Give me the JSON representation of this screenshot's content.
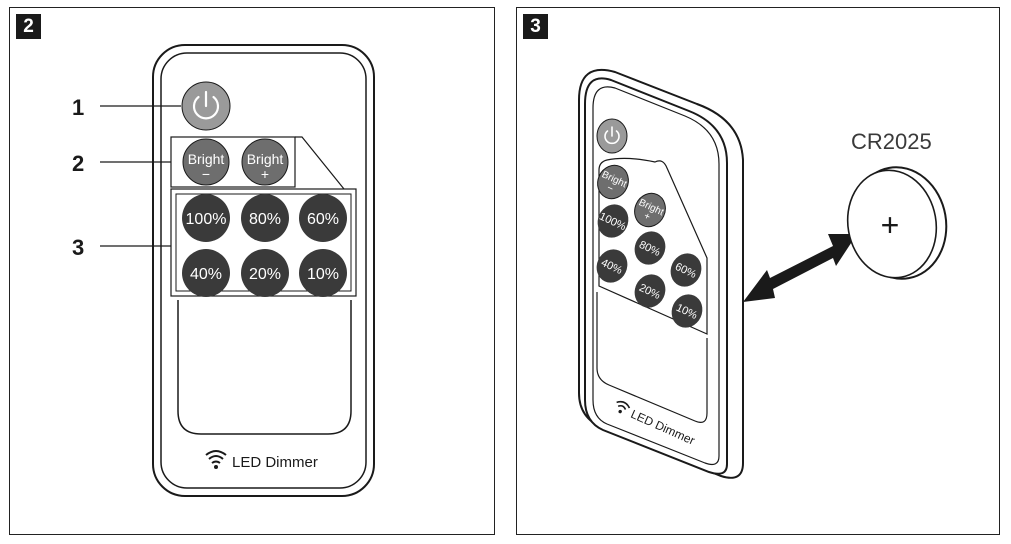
{
  "panels": [
    {
      "number": "2",
      "callouts": [
        "1",
        "2",
        "3"
      ],
      "buttons": {
        "bright_minus": [
          "Bright",
          "−"
        ],
        "bright_plus": [
          "Bright",
          "+"
        ],
        "levels": [
          "100%",
          "80%",
          "60%",
          "40%",
          "20%",
          "10%"
        ]
      },
      "brand": "LED Dimmer"
    },
    {
      "number": "3",
      "battery_label": "CR2025",
      "battery_symbol": "+",
      "buttons": {
        "bright_minus": [
          "Bright",
          "−"
        ],
        "bright_plus": [
          "Bright",
          "+"
        ],
        "levels": [
          "100%",
          "80%",
          "60%",
          "40%",
          "20%",
          "10%"
        ]
      },
      "brand": "LED Dimmer"
    }
  ],
  "colors": {
    "outline": "#1a1a1a",
    "button_dark": "#3a3a3a",
    "button_mid": "#6e6e6e",
    "power_button": "#9a9a9a",
    "button_text": "#ffffff"
  },
  "icons": [
    "power-icon",
    "wireless-signal-icon",
    "double-arrow-icon"
  ]
}
